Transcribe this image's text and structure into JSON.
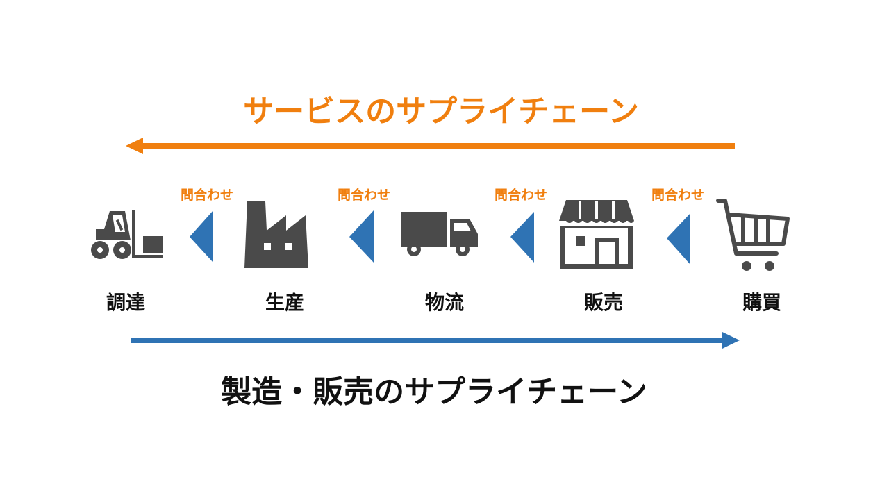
{
  "service_chain": {
    "title": "サービスのサプライチェーン",
    "color": "#F07F0F"
  },
  "manufacturing_chain": {
    "title": "製造・販売のサプライチェーン",
    "color": "#2F73B4"
  },
  "inquiry_label": "問合わせ",
  "inquiries": [
    "問合わせ",
    "問合わせ",
    "問合わせ",
    "問合わせ"
  ],
  "stages": [
    {
      "label": "調達",
      "icon": "forklift-icon"
    },
    {
      "label": "生産",
      "icon": "factory-icon"
    },
    {
      "label": "物流",
      "icon": "truck-icon"
    },
    {
      "label": "販売",
      "icon": "store-icon"
    },
    {
      "label": "購買",
      "icon": "shopping-cart-icon"
    }
  ],
  "icon_color": "#4A4A4A"
}
